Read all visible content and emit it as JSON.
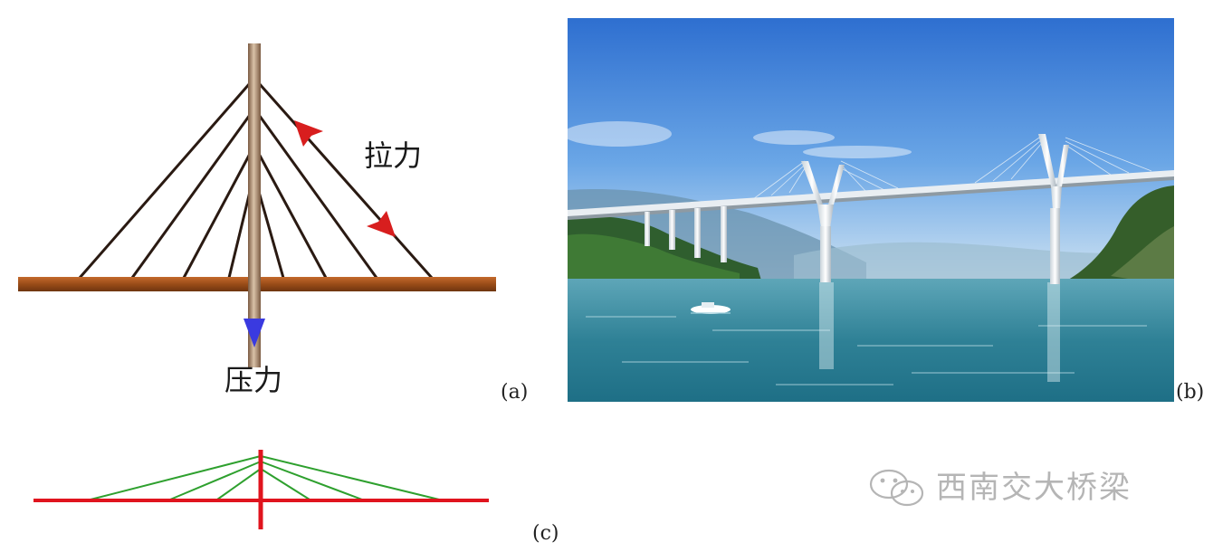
{
  "panel_a": {
    "label": "(a)",
    "tension_label": "拉力",
    "compression_label": "压力",
    "colors": {
      "cable": "#2a1a12",
      "deck": "#a0521c",
      "tower": "#b08a6a",
      "tension_arrow": "#d81e1e",
      "compression_arrow": "#3a3ae0"
    }
  },
  "panel_b": {
    "label": "(b)"
  },
  "panel_c": {
    "label": "(c)",
    "colors": {
      "deck_and_tower": "#e0141e",
      "cables": "#2ea02e"
    }
  },
  "watermark": {
    "icon": "wechat-icon",
    "text": "西南交大桥梁",
    "color": "#b5b5b5"
  }
}
